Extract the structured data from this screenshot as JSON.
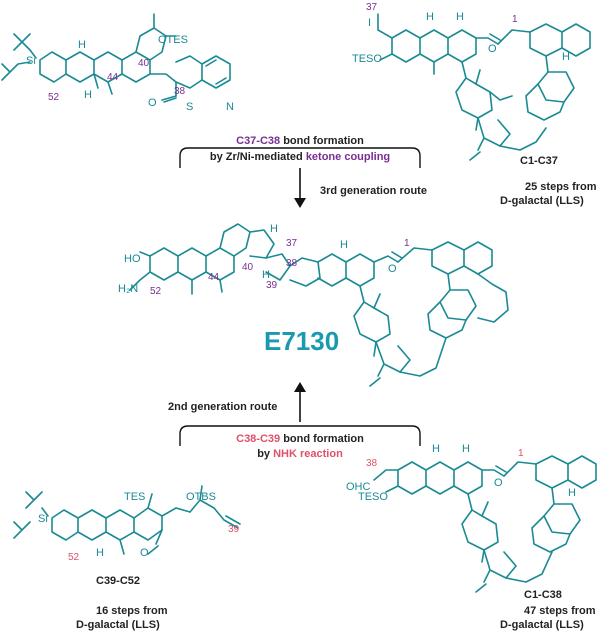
{
  "colors": {
    "bond": "#1a8a93",
    "purple": "#7a2e91",
    "red": "#e0506a",
    "name": "#1a9ab0"
  },
  "top_left_fragment": {
    "atoms": {
      "si": "Si",
      "otes": "OTES",
      "o": "O",
      "s": "S",
      "n": "N",
      "h": "H"
    },
    "numbers": {
      "n52": "52",
      "n44": "44",
      "n40": "40",
      "n38": "38"
    }
  },
  "top_right_fragment": {
    "atoms": {
      "i": "I",
      "tes": "TESO",
      "o": "O",
      "h": "H"
    },
    "numbers": {
      "n37": "37",
      "n1": "1"
    },
    "label": "C1-C37",
    "steps_line1": "25 steps from",
    "steps_line2": "D-galactal (LLS)"
  },
  "top_step": {
    "line1_hl": "C37-C38",
    "line1_rest": " bond formation",
    "line2_pre": "by Zr/Ni-mediated ",
    "line2_hl": "ketone coupling",
    "route": "3rd generation route"
  },
  "product": {
    "name": "E7130",
    "atoms": {
      "ho": "HO",
      "h2n": "H₂N",
      "o": "O",
      "h": "H"
    },
    "numbers": {
      "n52": "52",
      "n44": "44",
      "n40": "40",
      "n39": "39",
      "n38": "38",
      "n37": "37",
      "n1": "1"
    }
  },
  "bottom_step": {
    "route": "2nd generation route",
    "line1_hl": "C38-C39",
    "line1_rest": " bond formation",
    "line2_pre": "by ",
    "line2_hl": "NHK reaction"
  },
  "bottom_left_fragment": {
    "atoms": {
      "si": "Si",
      "tes": "TES",
      "otbs": "OTBS",
      "o": "O",
      "h": "H"
    },
    "numbers": {
      "n52": "52",
      "n39": "39"
    },
    "label": "C39-C52",
    "steps_line1": "16 steps from",
    "steps_line2": "D-galactal (LLS)"
  },
  "bottom_right_fragment": {
    "atoms": {
      "ohc": "OHC",
      "tes": "TESO",
      "o": "O",
      "h": "H"
    },
    "numbers": {
      "n38": "38",
      "n1": "1"
    },
    "label": "C1-C38",
    "steps_line1": "47 steps from",
    "steps_line2": "D-galactal (LLS)"
  }
}
